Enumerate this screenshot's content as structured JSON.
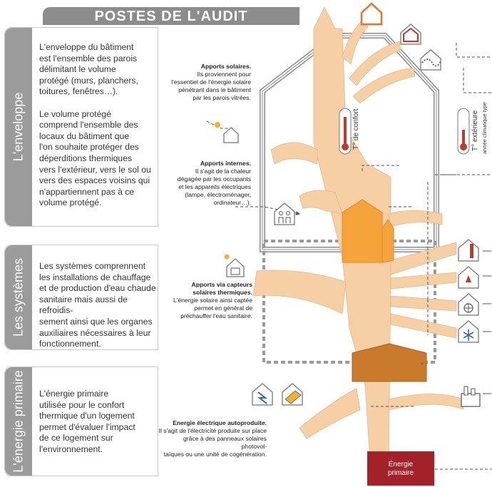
{
  "title": "POSTES DE L'AUDIT",
  "sections": [
    {
      "tab": "L'enveloppe",
      "text": "L'enveloppe du bâtiment\nest l'ensemble des parois\ndélimitant le volume\nprotégé (murs, planchers,\ntoitures, fenêtres…).\n\nLe volume protégé\ncomprend l'ensemble des\nlocaux du bâtiment que\nl'on souhaite protéger des\ndéperditions thermiques\nvers l'extérieur, vers le sol ou\nvers des espaces voisins qui\nn'appartiennent pas  à ce\nvolume protégé."
    },
    {
      "tab": "Les systèmes",
      "text": "Les systèmes comprennent\nles installations de chauffage\net de production d'eau chaude\nsanitaire mais aussi de refroidis-\nsement ainsi que les organes\nauxiliaires nécessaires à leur\nfonctionnement."
    },
    {
      "tab": "L'énergie primaire",
      "text": "L'énergie primaire\nutilisée pour le confort\nthermique d'un logement\npermet d'évaluer l'impact\nde ce logement sur\nl'environnement."
    }
  ],
  "annotations": {
    "solar": {
      "title": "Apports solaires.",
      "body": "Ils proviennent pour\nl'essentiel de l'énergie solaire\npénétrant dans le bâtiment\npar les parois vitrées."
    },
    "internal": {
      "title": "Apports internes.",
      "body": "Il s'agit de la chaleur\ndégagée par les occupants\net les appareils électriques\n(lampe, électroménager,\nordinateur…)."
    },
    "thermal": {
      "title": "Apports via capteurs\nsolaires thermiques.",
      "body": "L'énergie solaire ainsi captée\npermet en général de\npréchauffer l'eau sanitaire."
    },
    "electric": {
      "title": "Energie électrique autoproduite.",
      "body": "Il s'agit de l'électricité produite sur place\ngrâce à des panneaux solaires photovol-\ntaïques ou une unité de cogénération."
    }
  },
  "labels": {
    "t_confort": "T° de confort",
    "t_exterieure": "T° extérieure",
    "annee_climatique": "année climatique type",
    "energie_primaire": "Énergie\nprimaire"
  },
  "colors": {
    "flow": "#f6cfa5",
    "flow_edge": "#e3b98d",
    "heating": "#f7a33c",
    "heating_edge": "#e08a22",
    "production": "#c97a2a",
    "primary": "#a3222a",
    "section_tab": "#9b9b9b",
    "icon_red": "#c0392b",
    "icon_orange": "#e8722c",
    "icon_blue": "#3a66a8"
  },
  "icons": [
    "roof-loss-icon",
    "wall-loss-icon",
    "air-leak-icon",
    "sun-house-icon",
    "occupants-icon",
    "solar-thermal-icon",
    "solar-pv-icon",
    "heating-icon",
    "hot-water-icon",
    "ventilation-icon",
    "cooling-icon",
    "power-plant-icon",
    "thermometer-icon"
  ]
}
